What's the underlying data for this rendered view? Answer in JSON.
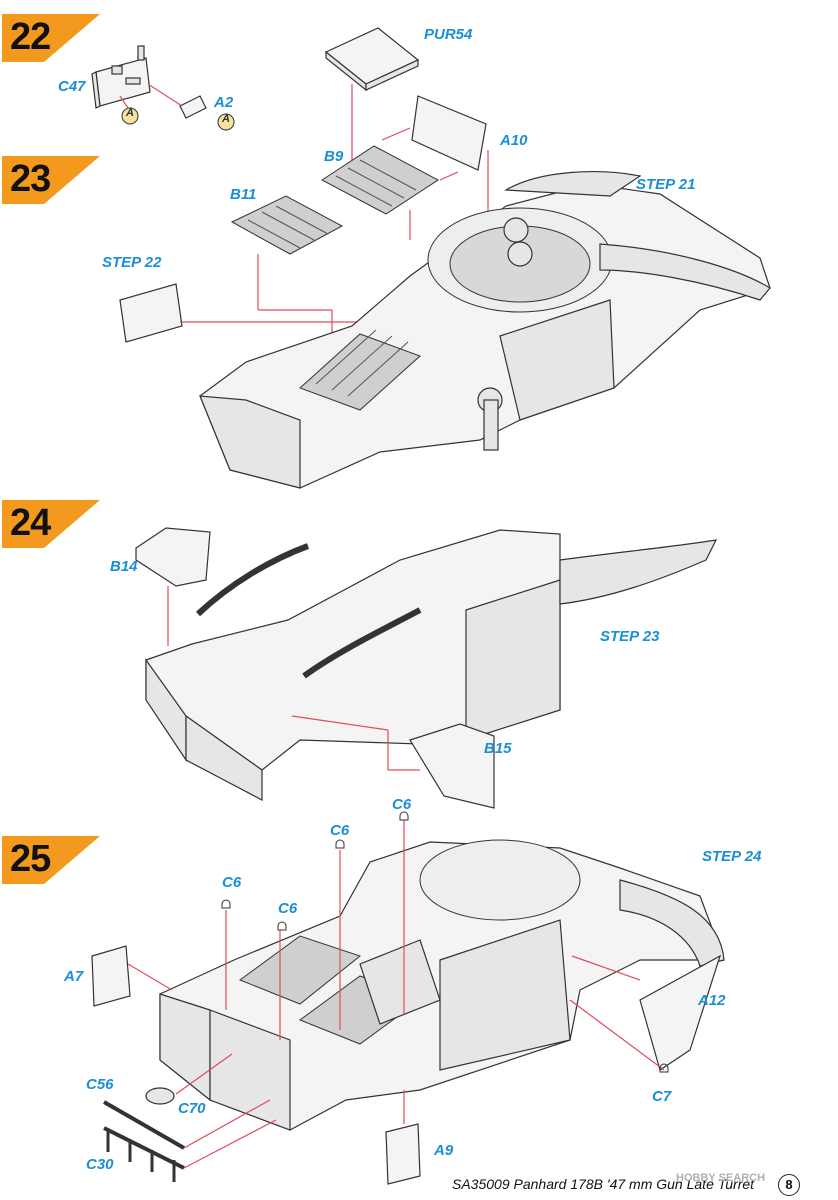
{
  "steps": [
    {
      "number": "22"
    },
    {
      "number": "23"
    },
    {
      "number": "24"
    },
    {
      "number": "25"
    }
  ],
  "step22_labels": {
    "c47": "C47",
    "a2": "A2"
  },
  "step23_labels": {
    "pur54": "PUR54",
    "b9": "B9",
    "a10": "A10",
    "b11": "B11",
    "step21": "STEP 21",
    "step22": "STEP 22"
  },
  "step24_labels": {
    "b14": "B14",
    "step23": "STEP 23",
    "b15": "B15"
  },
  "step25_labels": {
    "c6a": "C6",
    "c6b": "C6",
    "c6c": "C6",
    "c6d": "C6",
    "step24": "STEP 24",
    "a7": "A7",
    "a12": "A12",
    "c56": "C56",
    "c70": "C70",
    "c7": "C7",
    "c30": "C30",
    "a9": "A9"
  },
  "callout_letter": "A",
  "footer": {
    "title": "SA35009 Panhard 178B '47 mm Gun Late Turret",
    "page": "8",
    "watermark": "HOBBY SEARCH"
  },
  "colors": {
    "accent_orange": "#f39a1e",
    "label_blue": "#1a8fd6",
    "guide_red": "#e24b5b"
  }
}
